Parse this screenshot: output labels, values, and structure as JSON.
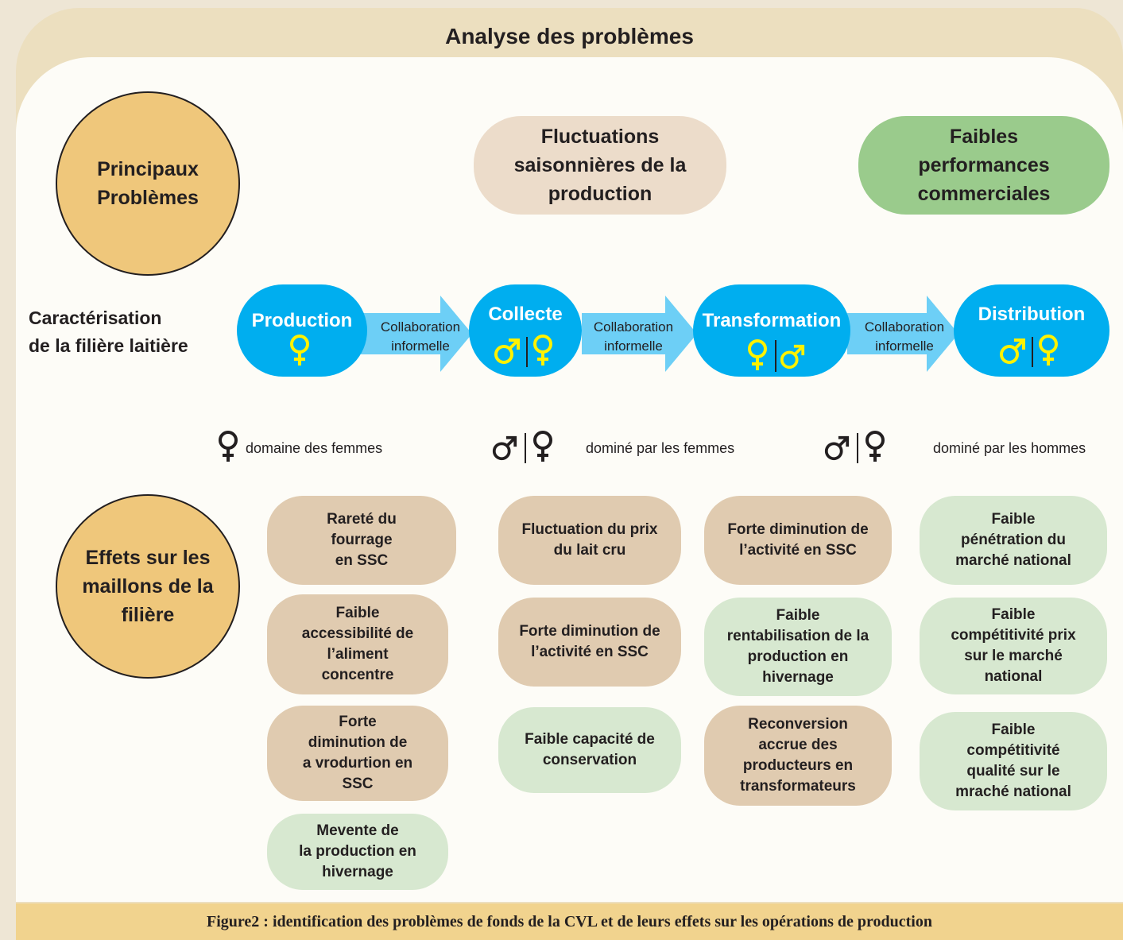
{
  "title": "Analyse des problèmes",
  "main_problems": {
    "label": "Principaux\nProblèmes",
    "problem_1": "Fluctuations\nsaisonnières de la\nproduction",
    "problem_2": "Faibles\nperformances\ncommerciales"
  },
  "characterisation": {
    "label": "Caractérisation\nde la filière laitière",
    "stages": [
      {
        "name": "Production"
      },
      {
        "name": "Collecte"
      },
      {
        "name": "Transformation"
      },
      {
        "name": "Distribution"
      }
    ],
    "link_text": "Collaboration\ninformelle"
  },
  "legend": {
    "female_domain": "domaine des femmes",
    "female_dominated": "dominé par les femmes",
    "male_dominated": "dominé par les hommes"
  },
  "effects": {
    "label": "Effets sur les\nmaillons de la\nfilière",
    "column_1": [
      "Rareté du\nfourrage\nen SSC",
      "Faible\naccessibilité de\nl’aliment\nconcentre",
      "Forte\ndiminution de\na vrodurtion en\nSSC",
      "Mevente de\nla production en\nhivernage"
    ],
    "column_2": [
      "Fluctuation du prix\ndu lait cru",
      "Forte diminution de\nl’activité en SSC",
      "Faible capacité de\nconservation"
    ],
    "column_3": [
      "Forte diminution de\nl’activité en SSC",
      "Faible\nrentabilisation de la\nproduction en\nhivernage",
      "Reconversion\naccrue des\nproducteurs en\ntransformateurs"
    ],
    "column_4": [
      "Faible\npénétration du\nmarché national",
      "Faible\ncompétitivité prix\nsur le marché\nnational",
      "Faible\ncompétitivité\nqualité sur le\nmraché national"
    ]
  },
  "caption": "Figure2 : identification des problèmes de fonds de la CVL et de leurs effets sur les opérations de production",
  "colors": {
    "stage_blue": "#00aeef",
    "arrow_blue": "#6dcff6",
    "gender_symbol": "#fff200",
    "circle_fill": "#efc77b",
    "effect_brown": "#e0cbb0",
    "effect_green": "#d7e8d0",
    "problem_green": "#9acb8c"
  },
  "icons": [
    "female-icon",
    "male-icon",
    "arrow-right-icon"
  ]
}
